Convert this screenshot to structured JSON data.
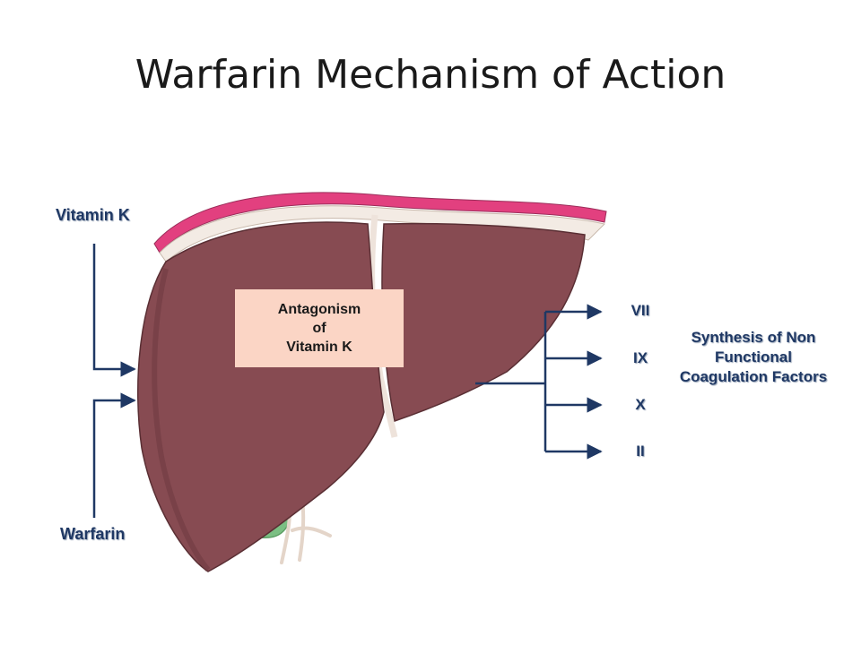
{
  "title": "Warfarin Mechanism of Action",
  "inputs": {
    "vitamin_k": "Vitamin K",
    "warfarin": "Warfarin"
  },
  "antagonism": {
    "line1": "Antagonism",
    "line2": "of",
    "line3": "Vitamin K"
  },
  "factors": [
    "VII",
    "IX",
    "X",
    "II"
  ],
  "result": "Synthesis of Non Functional Coagulation Factors",
  "colors": {
    "liver": "#874b52",
    "liver_dark": "#6e3a40",
    "capsule_pink": "#e2407f",
    "gallbladder": "#7bbf83",
    "box_fill": "#fbd5c5",
    "arrow": "#1f3864",
    "label_text": "#1f3864"
  }
}
